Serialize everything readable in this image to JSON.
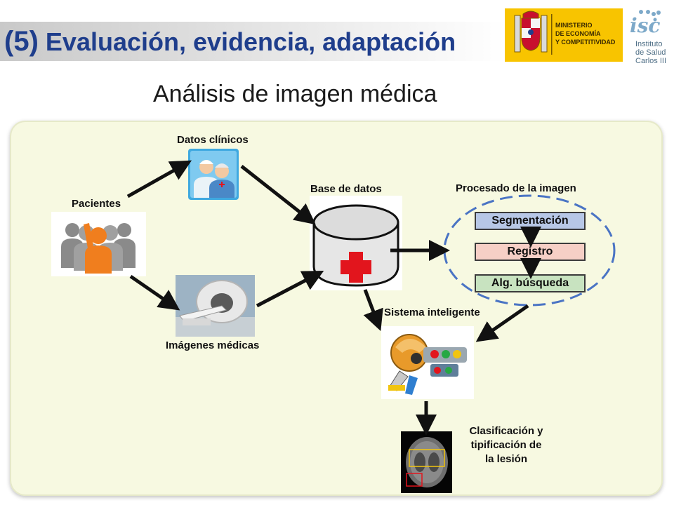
{
  "header": {
    "number": "(5)",
    "title": "Evaluación, evidencia, adaptación",
    "subtitle": "Análisis de imagen médica"
  },
  "logos": {
    "ministry": {
      "line1": "MINISTERIO",
      "line2": "DE ECONOMÍA",
      "line3": "Y COMPETITIVIDAD"
    },
    "isciii": {
      "mark": "isc",
      "line1": "Instituto",
      "line2": "de Salud",
      "line3": "Carlos III"
    }
  },
  "diagram": {
    "pacientes": "Pacientes",
    "datos_clinicos": "Datos clínicos",
    "imagenes_medicas": "Imágenes médicas",
    "base_de_datos": "Base de datos",
    "procesado": "Procesado de la imagen",
    "steps": [
      "Segmentación",
      "Registro",
      "Alg. búsqueda"
    ],
    "sistema": "Sistema inteligente",
    "clasificacion": [
      "Clasificación y",
      "tipificación de",
      "la lesión"
    ]
  },
  "colors": {
    "title": "#1f3e8c",
    "panel": "#f7f9e1",
    "ellipse": "#4a74c4",
    "segmentacion": "#b7c7e6",
    "registro": "#f6cfc6",
    "busqueda": "#c8e3c0",
    "ministry_bg": "#f8c400",
    "cross": "#e2151d"
  }
}
